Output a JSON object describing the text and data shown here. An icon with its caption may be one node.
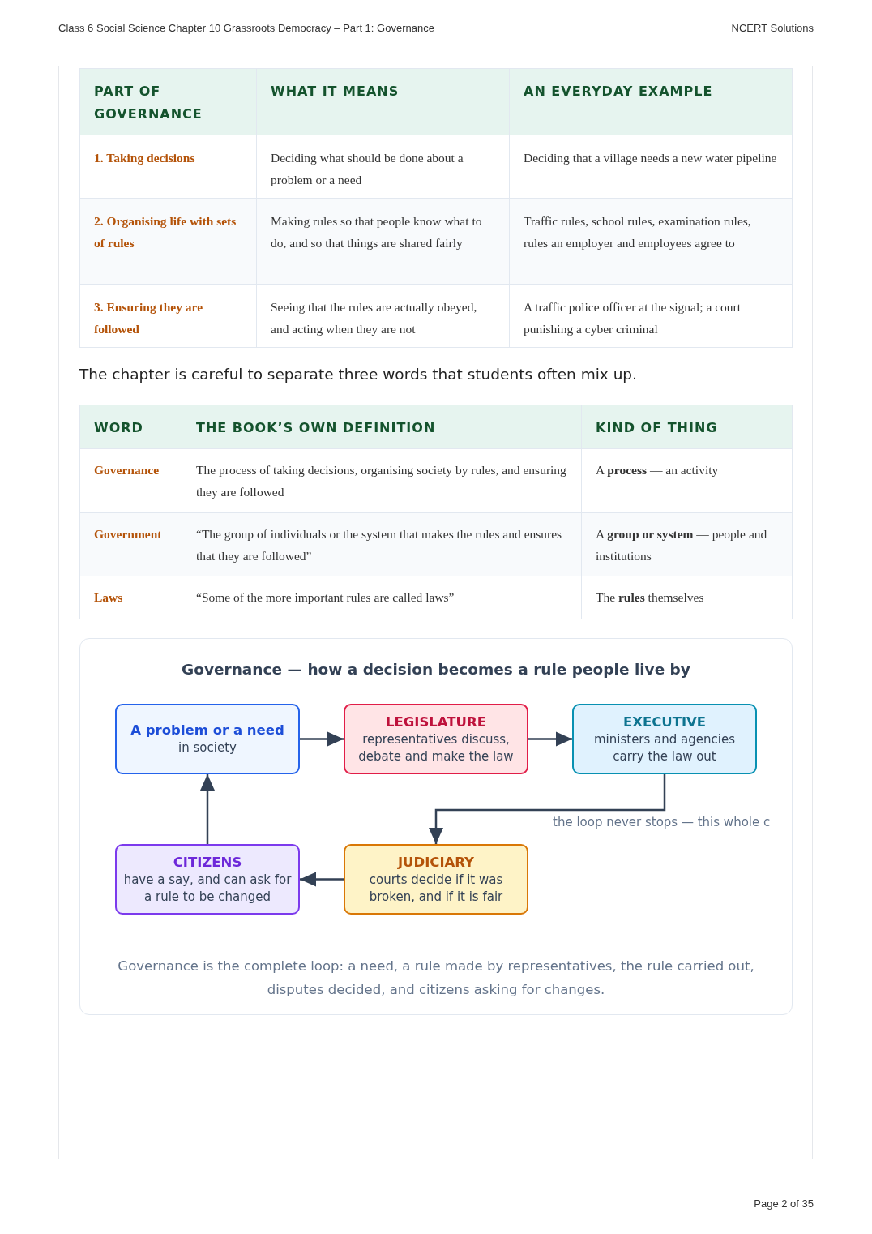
{
  "diagram": {
    "title": "Governance — how a decision becomes a rule people live by",
    "caption": "Governance is the complete loop: a need, a rule made by representatives, the rule carried out, disputes decided, and citizens asking for changes.",
    "nodes": [
      {
        "text": [
          "A problem or a need",
          "in society"
        ]
      },
      {
        "text": [
          "LEGISLATURE",
          "representatives discuss, debate and make the law"
        ]
      },
      {
        "text": [
          "EXECUTIVE",
          "ministers and agencies carry the law out"
        ]
      },
      {
        "text": [
          "JUDICIARY",
          "courts decide if it was broken, and if it is fair"
        ]
      },
      {
        "text": [
          "CITIZENS",
          "have a say, and can ask for a rule to be changed"
        ]
      }
    ],
    "edges": [
      {
        "from": 0,
        "to": 1,
        "arrow": "to"
      },
      {
        "from": 1,
        "to": 2,
        "arrow": "to"
      },
      {
        "from": 2,
        "to": 3,
        "arrow": "to"
      },
      {
        "from": 3,
        "to": 4,
        "arrow": "to"
      },
      {
        "from": 4,
        "to": 0,
        "arrow": "to"
      }
    ],
    "labels": [
      "Class 6 Social Science Chapter 10 Grassroots Democracy – Part 1: Governance",
      "NCERT Solutions",
      "PART OF GOVERNANCE",
      "WHAT IT MEANS",
      "AN EVERYDAY EXAMPLE",
      "1. Taking decisions",
      "Deciding what should be done about a problem or a need",
      "Deciding that a village needs a new water pipeline",
      "2. Organising life with sets of rules",
      "Making rules so that people know what to do, and so that things are shared fairly",
      "Traffic rules, school rules, examination rules, rules an employer and employees agree to",
      "3. Ensuring they are followed",
      "Seeing that the rules are actually obeyed, and acting when they are not",
      "A traffic police officer at the signal; a court punishing a cyber criminal",
      "The chapter is careful to separate three words that students often mix up.",
      "WORD",
      "THE BOOK’S OWN DEFINITION",
      "KIND OF THING",
      "Governance",
      "The process of taking decisions, organising society by rules, and ensuring they are followed",
      "A **process** — an activity",
      "Government",
      "“The group of individuals or the system that makes the rules and ensures that they are followed”",
      "A **group or system** — people and institutions",
      "Laws",
      "“Some of the more important rules are called laws”",
      "The **rules** themselves",
      "the loop never stops — this whole c",
      "Page 2 of 35"
    ]
  }
}
